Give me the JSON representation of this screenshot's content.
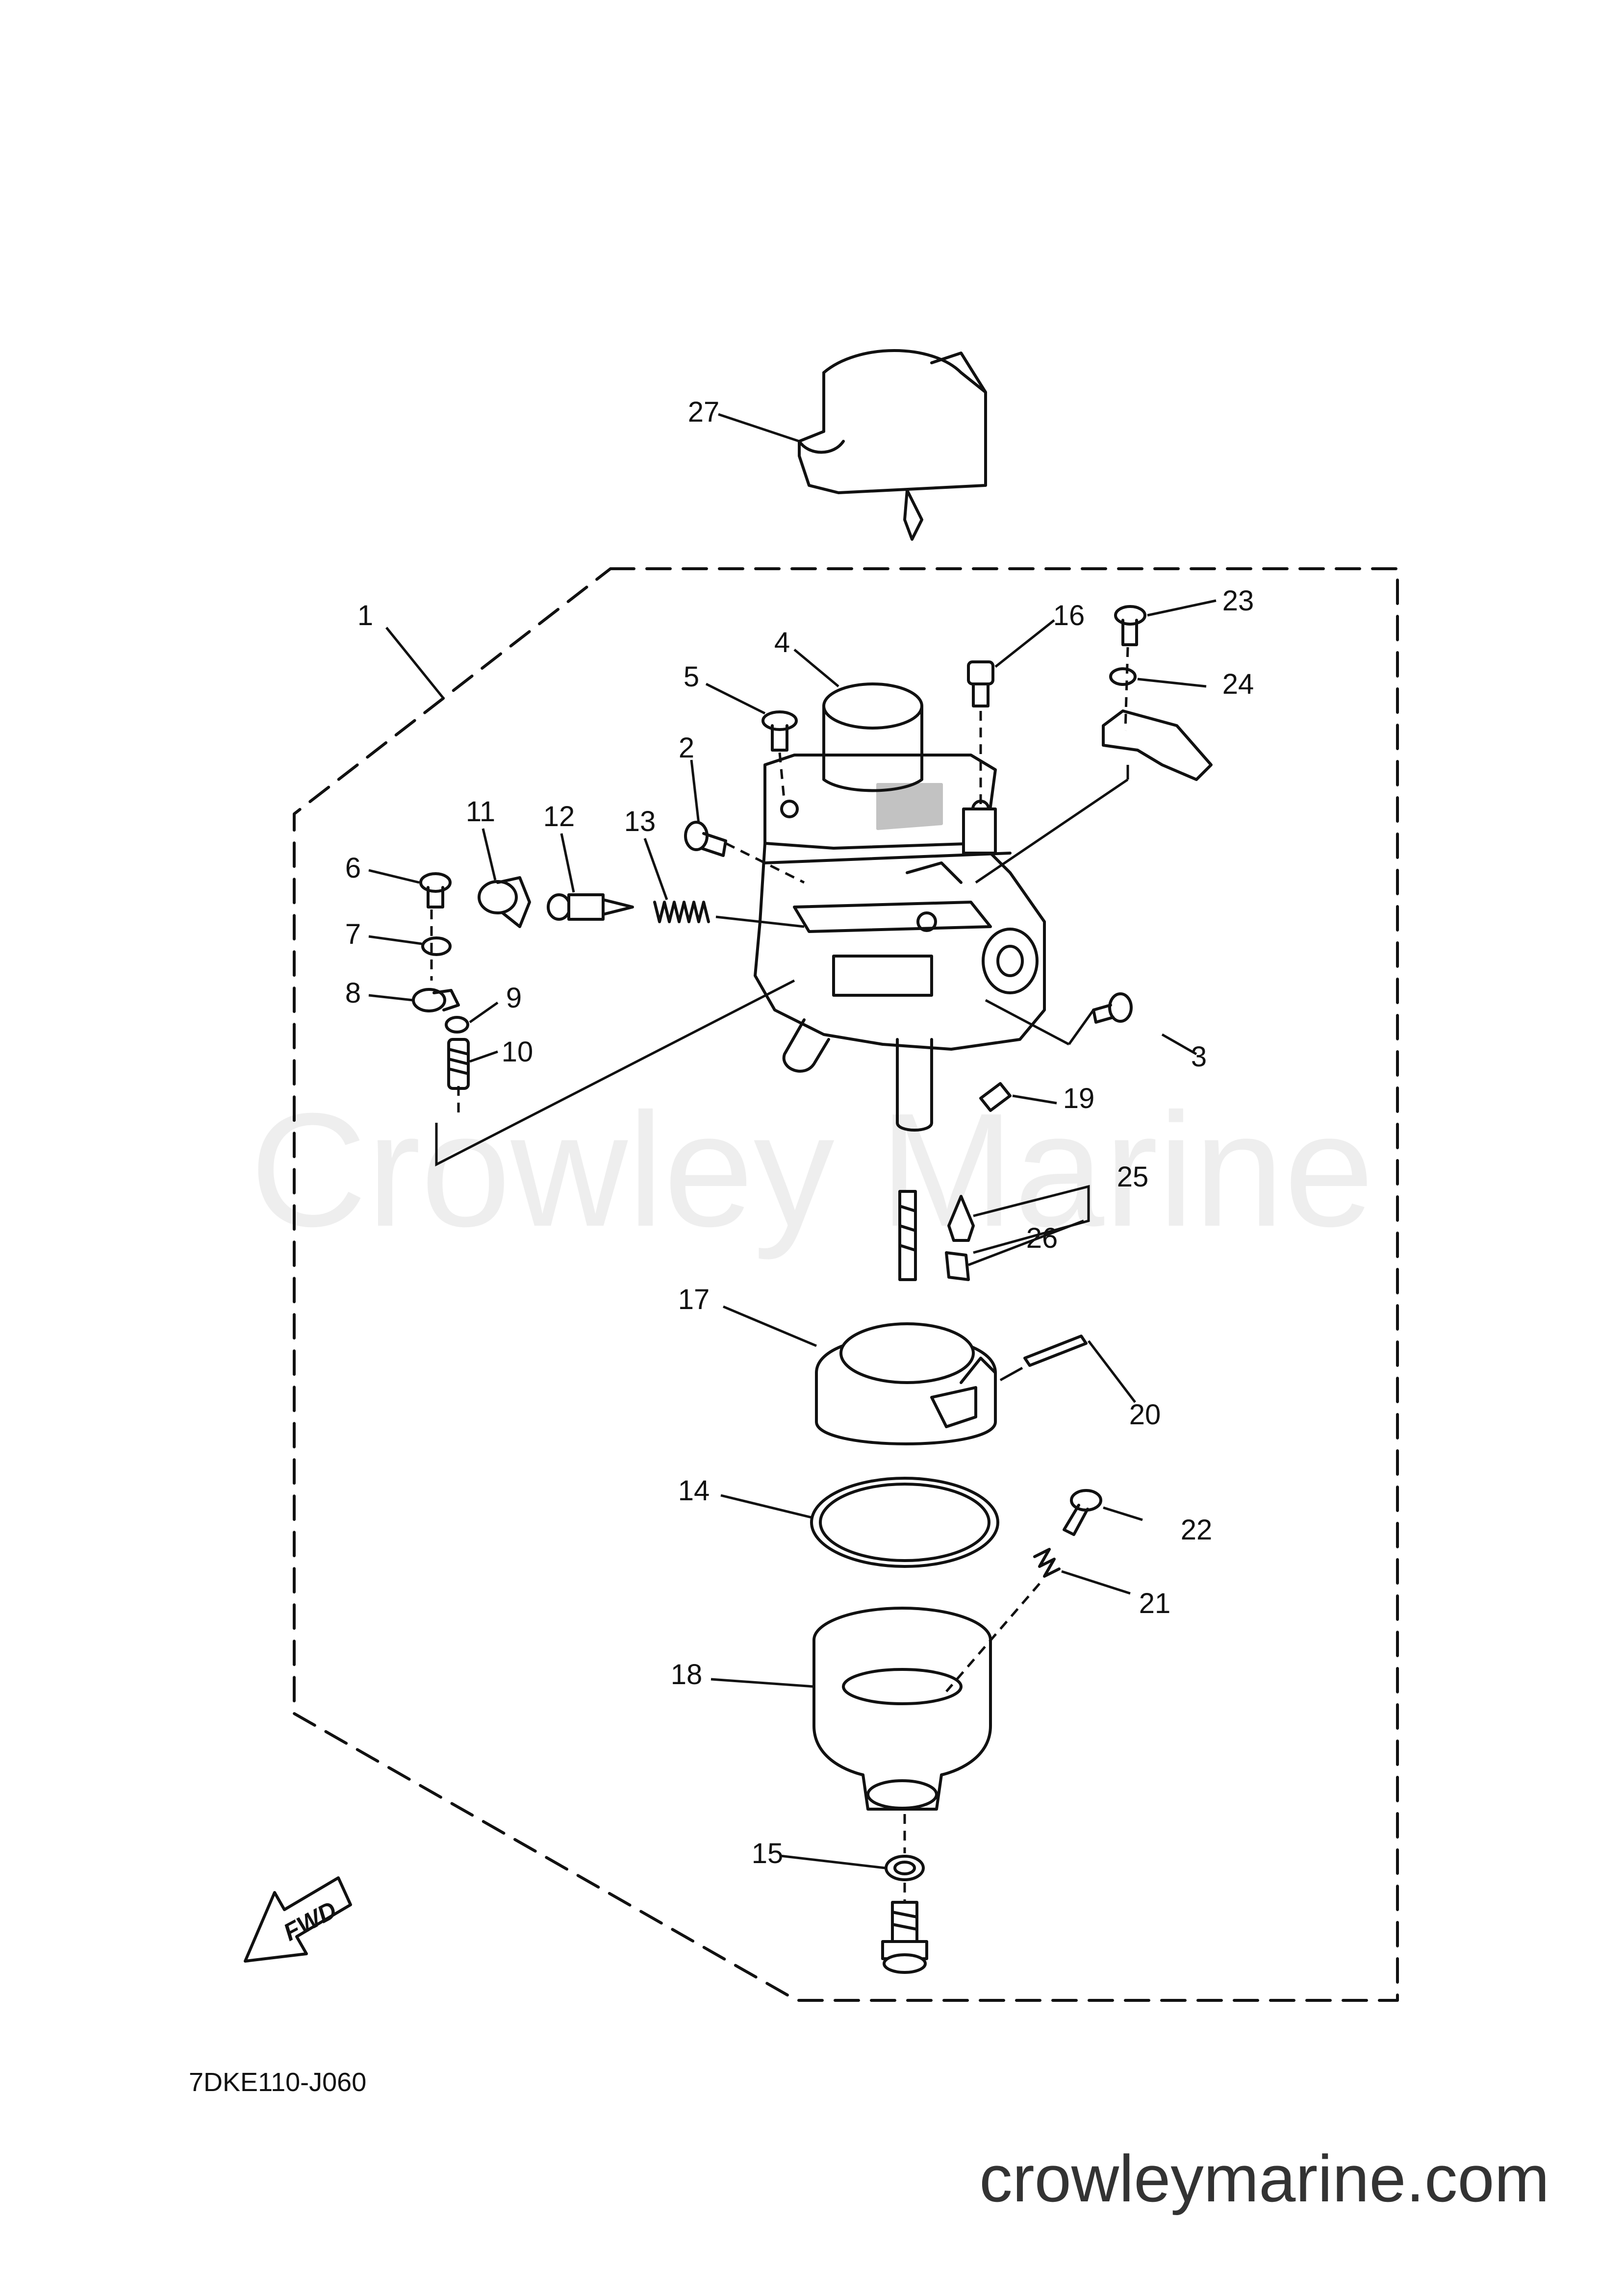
{
  "diagram": {
    "watermark": "Crowley Marine",
    "diagram_code": "7DKE110-J060",
    "website": "crowleymarine.com",
    "fwd_label": "FWD",
    "parts": [
      {
        "id": "1"
      },
      {
        "id": "2"
      },
      {
        "id": "3"
      },
      {
        "id": "4"
      },
      {
        "id": "5"
      },
      {
        "id": "6"
      },
      {
        "id": "7"
      },
      {
        "id": "8"
      },
      {
        "id": "9"
      },
      {
        "id": "10"
      },
      {
        "id": "11"
      },
      {
        "id": "12"
      },
      {
        "id": "13"
      },
      {
        "id": "14"
      },
      {
        "id": "15"
      },
      {
        "id": "16"
      },
      {
        "id": "17"
      },
      {
        "id": "18"
      },
      {
        "id": "19"
      },
      {
        "id": "20"
      },
      {
        "id": "21"
      },
      {
        "id": "22"
      },
      {
        "id": "23"
      },
      {
        "id": "24"
      },
      {
        "id": "25"
      },
      {
        "id": "26"
      },
      {
        "id": "27"
      }
    ],
    "colors": {
      "line": "#111111",
      "watermark": "#eeeeee",
      "site_text": "#333333"
    }
  }
}
